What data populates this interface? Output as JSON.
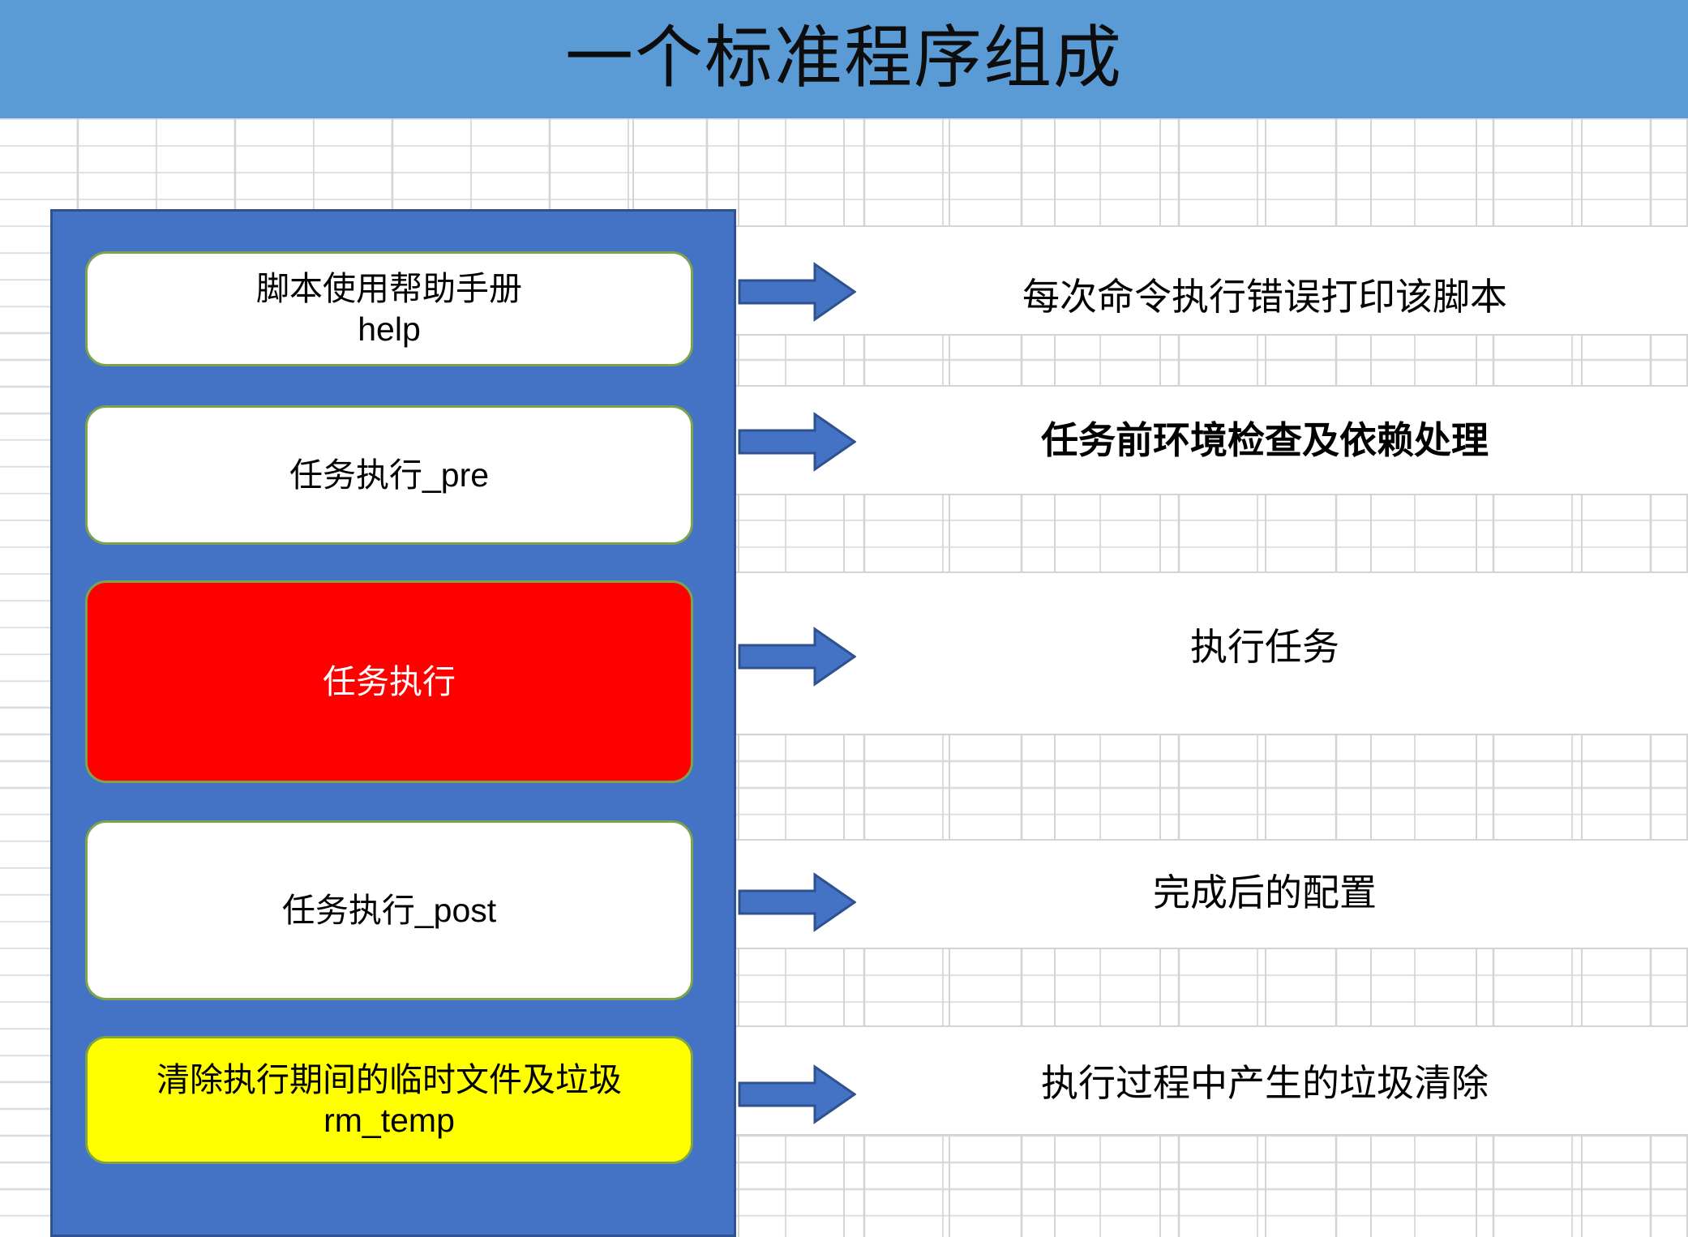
{
  "header": {
    "title": "一个标准程序组成",
    "background_color": "#5b9bd5",
    "text_color": "#0d0d0d"
  },
  "panel": {
    "background_color": "#4472c4",
    "border_color": "#2f528f"
  },
  "steps": [
    {
      "id": "help",
      "line1": "脚本使用帮助手册",
      "line2": "help",
      "fill_color": "#ffffff",
      "text_color": "#000000",
      "border_color": "#7ea44b"
    },
    {
      "id": "task-pre",
      "line1": "任务执行_pre",
      "line2": "",
      "fill_color": "#ffffff",
      "text_color": "#000000",
      "border_color": "#7ea44b"
    },
    {
      "id": "task-exec",
      "line1": "任务执行",
      "line2": "",
      "fill_color": "#ff0000",
      "text_color": "#ffffff",
      "border_color": "#7ea44b"
    },
    {
      "id": "task-post",
      "line1": "任务执行_post",
      "line2": "",
      "fill_color": "#ffffff",
      "text_color": "#000000",
      "border_color": "#7ea44b"
    },
    {
      "id": "rm-temp",
      "line1": "清除执行期间的临时文件及垃圾",
      "line2": "rm_temp",
      "fill_color": "#ffff00",
      "text_color": "#000000",
      "border_color": "#7ea44b"
    }
  ],
  "arrows": {
    "icon": "right-arrow-icon",
    "fill_color": "#4472c4",
    "stroke_color": "#2f528f",
    "count": 5
  },
  "descriptions": [
    "每次命令执行错误打印该脚本",
    "任务前环境检查及依赖处理",
    "执行任务",
    "完成后的配置",
    "执行过程中产生的垃圾清除"
  ],
  "grid": {
    "line_color": "#d4d4d4",
    "background_color": "#ffffff"
  }
}
